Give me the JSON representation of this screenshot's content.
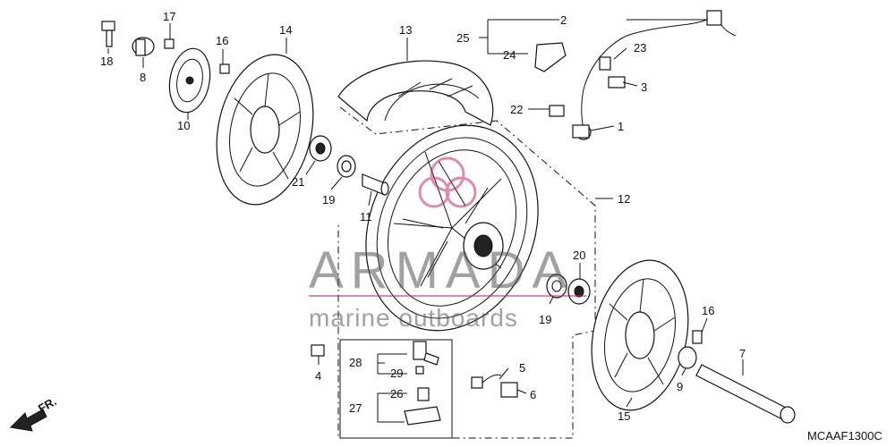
{
  "diagram_code": "MCAAF1300C",
  "direction_label": "FR.",
  "watermark": {
    "brand": "ARMADA",
    "tagline": "marine outboards",
    "accent_color": "#c0306a"
  },
  "callouts": {
    "c1": "1",
    "c2": "2",
    "c3": "3",
    "c4": "4",
    "c5": "5",
    "c6": "6",
    "c7": "7",
    "c8": "8",
    "c9": "9",
    "c10": "10",
    "c11": "11",
    "c12": "12",
    "c13": "13",
    "c14": "14",
    "c15": "15",
    "c16a": "16",
    "c16b": "16",
    "c17": "17",
    "c18": "18",
    "c19a": "19",
    "c19b": "19",
    "c20": "20",
    "c21": "21",
    "c22": "22",
    "c23": "23",
    "c24": "24",
    "c25": "25",
    "c26": "26",
    "c27": "27",
    "c28": "28",
    "c29": "29"
  }
}
